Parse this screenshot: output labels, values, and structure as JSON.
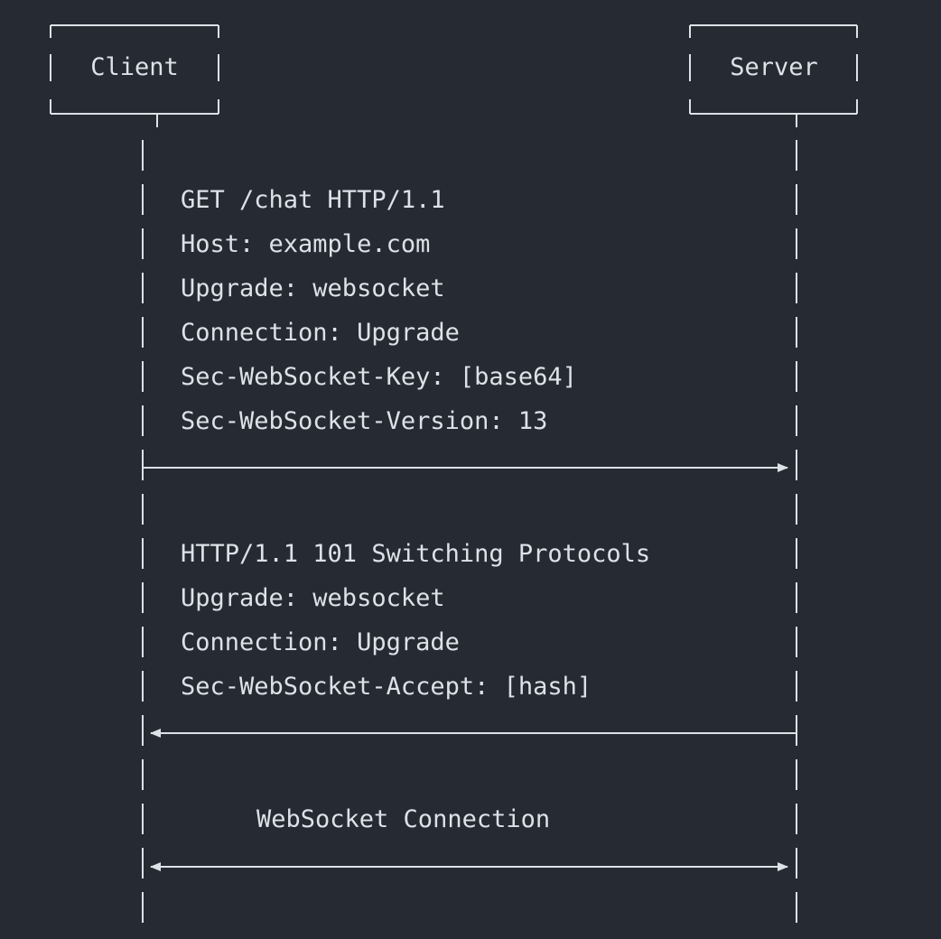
{
  "colors": {
    "background": "#262a33",
    "foreground": "#dde1e8"
  },
  "actors": {
    "client": "Client",
    "server": "Server"
  },
  "messages": {
    "request": {
      "lines": [
        "GET /chat HTTP/1.1",
        "Host: example.com",
        "Upgrade: websocket",
        "Connection: Upgrade",
        "Sec-WebSocket-Key: [base64]",
        "Sec-WebSocket-Version: 13"
      ],
      "direction": "client-to-server"
    },
    "response": {
      "lines": [
        "HTTP/1.1 101 Switching Protocols",
        "Upgrade: websocket",
        "Connection: Upgrade",
        "Sec-WebSocket-Accept: [hash]"
      ],
      "direction": "server-to-client"
    },
    "connection": {
      "label": "WebSocket Connection",
      "direction": "bidirectional"
    }
  }
}
